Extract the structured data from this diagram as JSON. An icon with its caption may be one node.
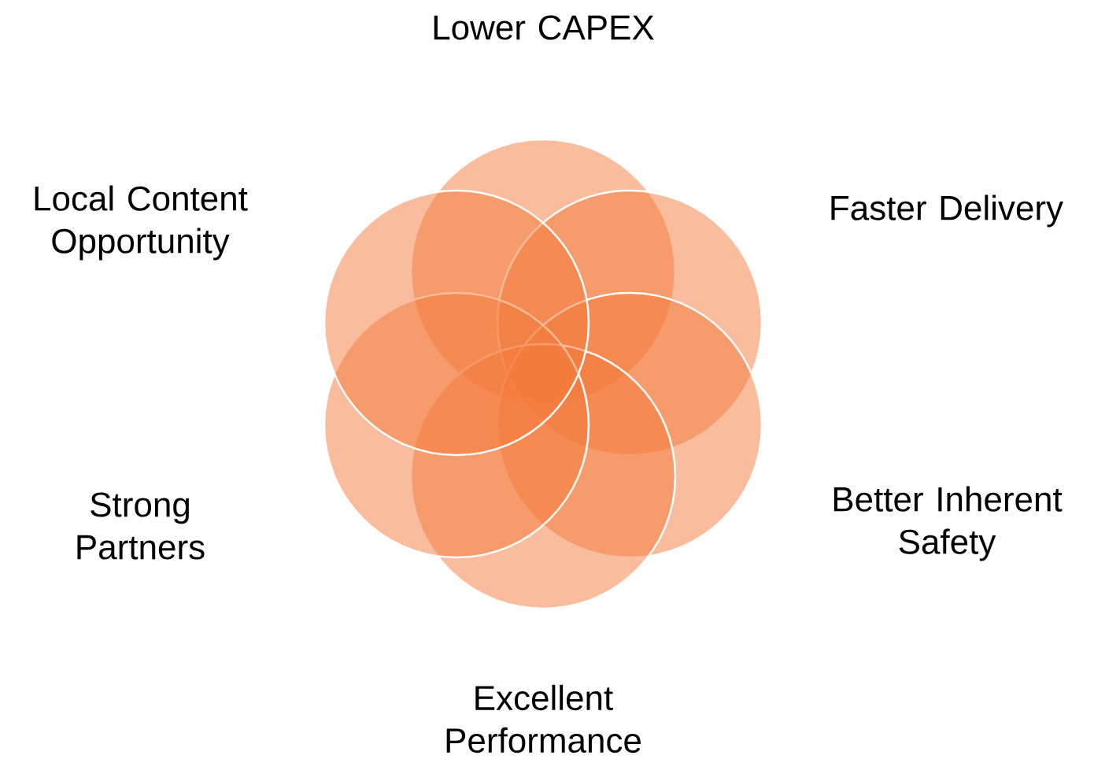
{
  "diagram": {
    "nodes": [
      {
        "text": [],
        "shape": "circle"
      },
      {
        "text": [],
        "shape": "circle"
      },
      {
        "text": [],
        "shape": "circle"
      },
      {
        "text": [],
        "shape": "circle"
      },
      {
        "text": [],
        "shape": "circle"
      },
      {
        "text": [],
        "shape": "circle"
      }
    ],
    "labels": [
      "Lower CAPEX",
      "Local Content Opportunity",
      "Faster Delivery",
      "Strong Partners",
      "Better Inherent Safety",
      "Excellent Performance"
    ]
  }
}
